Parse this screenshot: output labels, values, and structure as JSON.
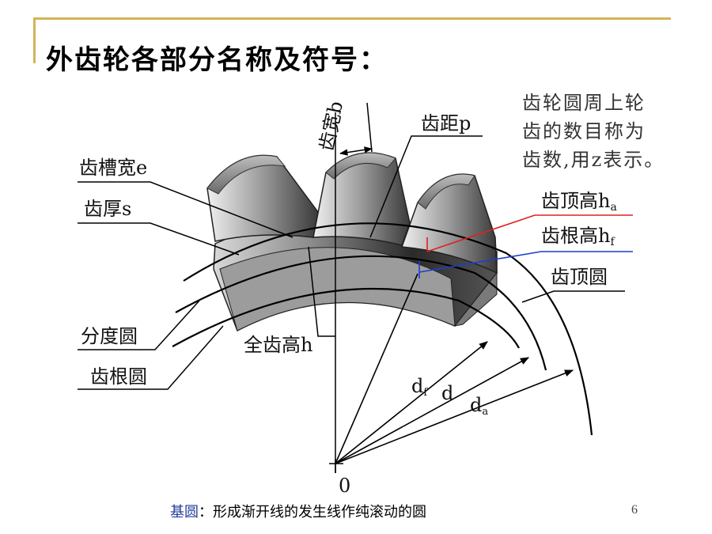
{
  "title": "外齿轮各部分名称及符号：",
  "note": [
    "齿轮圆周上轮",
    "齿的数目称为",
    "齿数,用z表示。"
  ],
  "labels": {
    "tooth_width": "齿宽b",
    "pitch": "齿距p",
    "space_width": "齿槽宽e",
    "thickness": "齿厚s",
    "addendum": "齿顶高h",
    "addendum_sub": "a",
    "dedendum": "齿根高h",
    "dedendum_sub": "f",
    "tip_circle": "齿顶圆",
    "pitch_circle": "分度圆",
    "root_circle": "齿根圆",
    "total_depth": "全齿高h",
    "df": "d",
    "df_sub": "f",
    "d": "d",
    "da": "d",
    "da_sub": "a",
    "origin": "0"
  },
  "caption": {
    "keyword": "基圆",
    "text": "：形成渐开线的发生线作纯滚动的圆"
  },
  "page_number": "6",
  "colors": {
    "accent_rule": "#d4b45a",
    "addendum_line": "#e02020",
    "dedendum_line": "#1a3fd0",
    "caption_keyword": "#1f3d99"
  }
}
